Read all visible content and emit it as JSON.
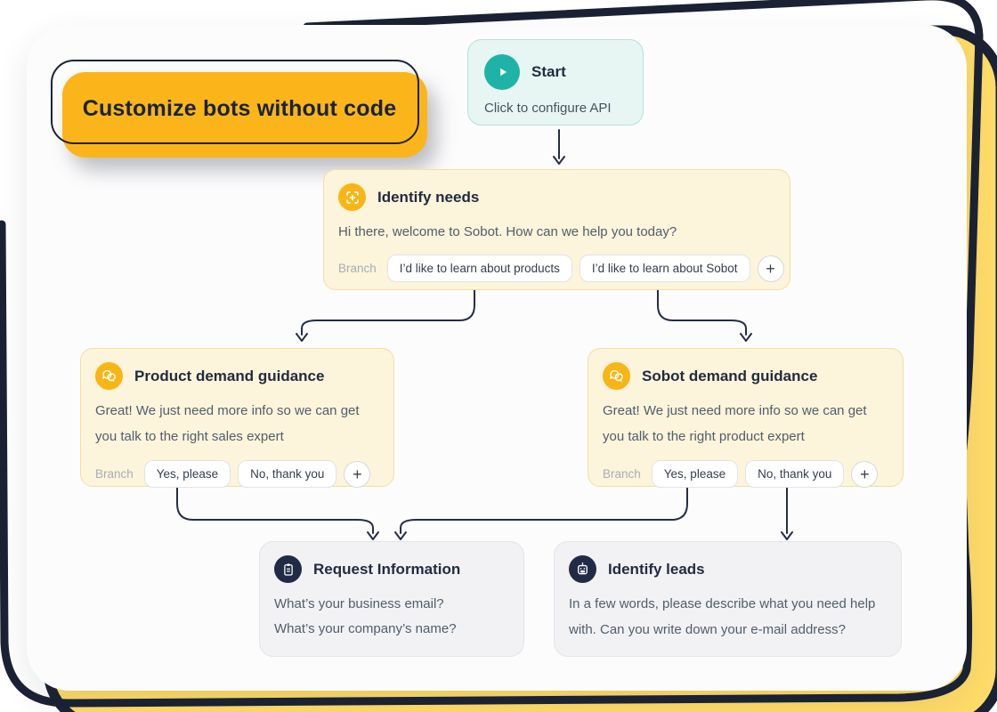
{
  "badge": {
    "label": "Customize bots without code"
  },
  "colors": {
    "accent_yellow": "#F9B515",
    "sticker_yellow": "#FBB51B",
    "back_yellow": "#FFDC69",
    "frame_navy": "#1B2234",
    "teal": "#1FB3A7",
    "mint_bg": "#E7F6F3",
    "cream_bg": "#FCF4DB",
    "gray_bg": "#F2F2F4",
    "connector": "#262D44"
  },
  "nodes": {
    "start": {
      "title": "Start",
      "subtitle": "Click to configure API",
      "icon": "play-icon"
    },
    "identify_needs": {
      "title": "Identify needs",
      "icon": "scan-target-icon",
      "message": "Hi there, welcome to Sobot. How can we help you today?",
      "branch_label": "Branch",
      "branches": [
        "I’d like to learn about products",
        "I’d like to learn about Sobot"
      ],
      "add_label": "+"
    },
    "product_guidance": {
      "title": "Product demand guidance",
      "icon": "chat-bubbles-icon",
      "message": "Great! We just need more info so we can get you talk to the right sales expert",
      "branch_label": "Branch",
      "branches": [
        "Yes, please",
        "No, thank you"
      ],
      "add_label": "+"
    },
    "sobot_guidance": {
      "title": "Sobot demand guidance",
      "icon": "chat-bubbles-icon",
      "message": "Great! We just need more info so we can get you talk to the right product expert",
      "branch_label": "Branch",
      "branches": [
        "Yes, please",
        "No, thank you"
      ],
      "add_label": "+"
    },
    "request_information": {
      "title": "Request Information",
      "icon": "clipboard-icon",
      "lines": [
        "What’s your business email?",
        "What’s your company’s name?"
      ]
    },
    "identify_leads": {
      "title": "Identify leads",
      "icon": "robot-icon",
      "message": "In a few words, please describe what you need help with. Can you write down your e-mail address?"
    }
  }
}
